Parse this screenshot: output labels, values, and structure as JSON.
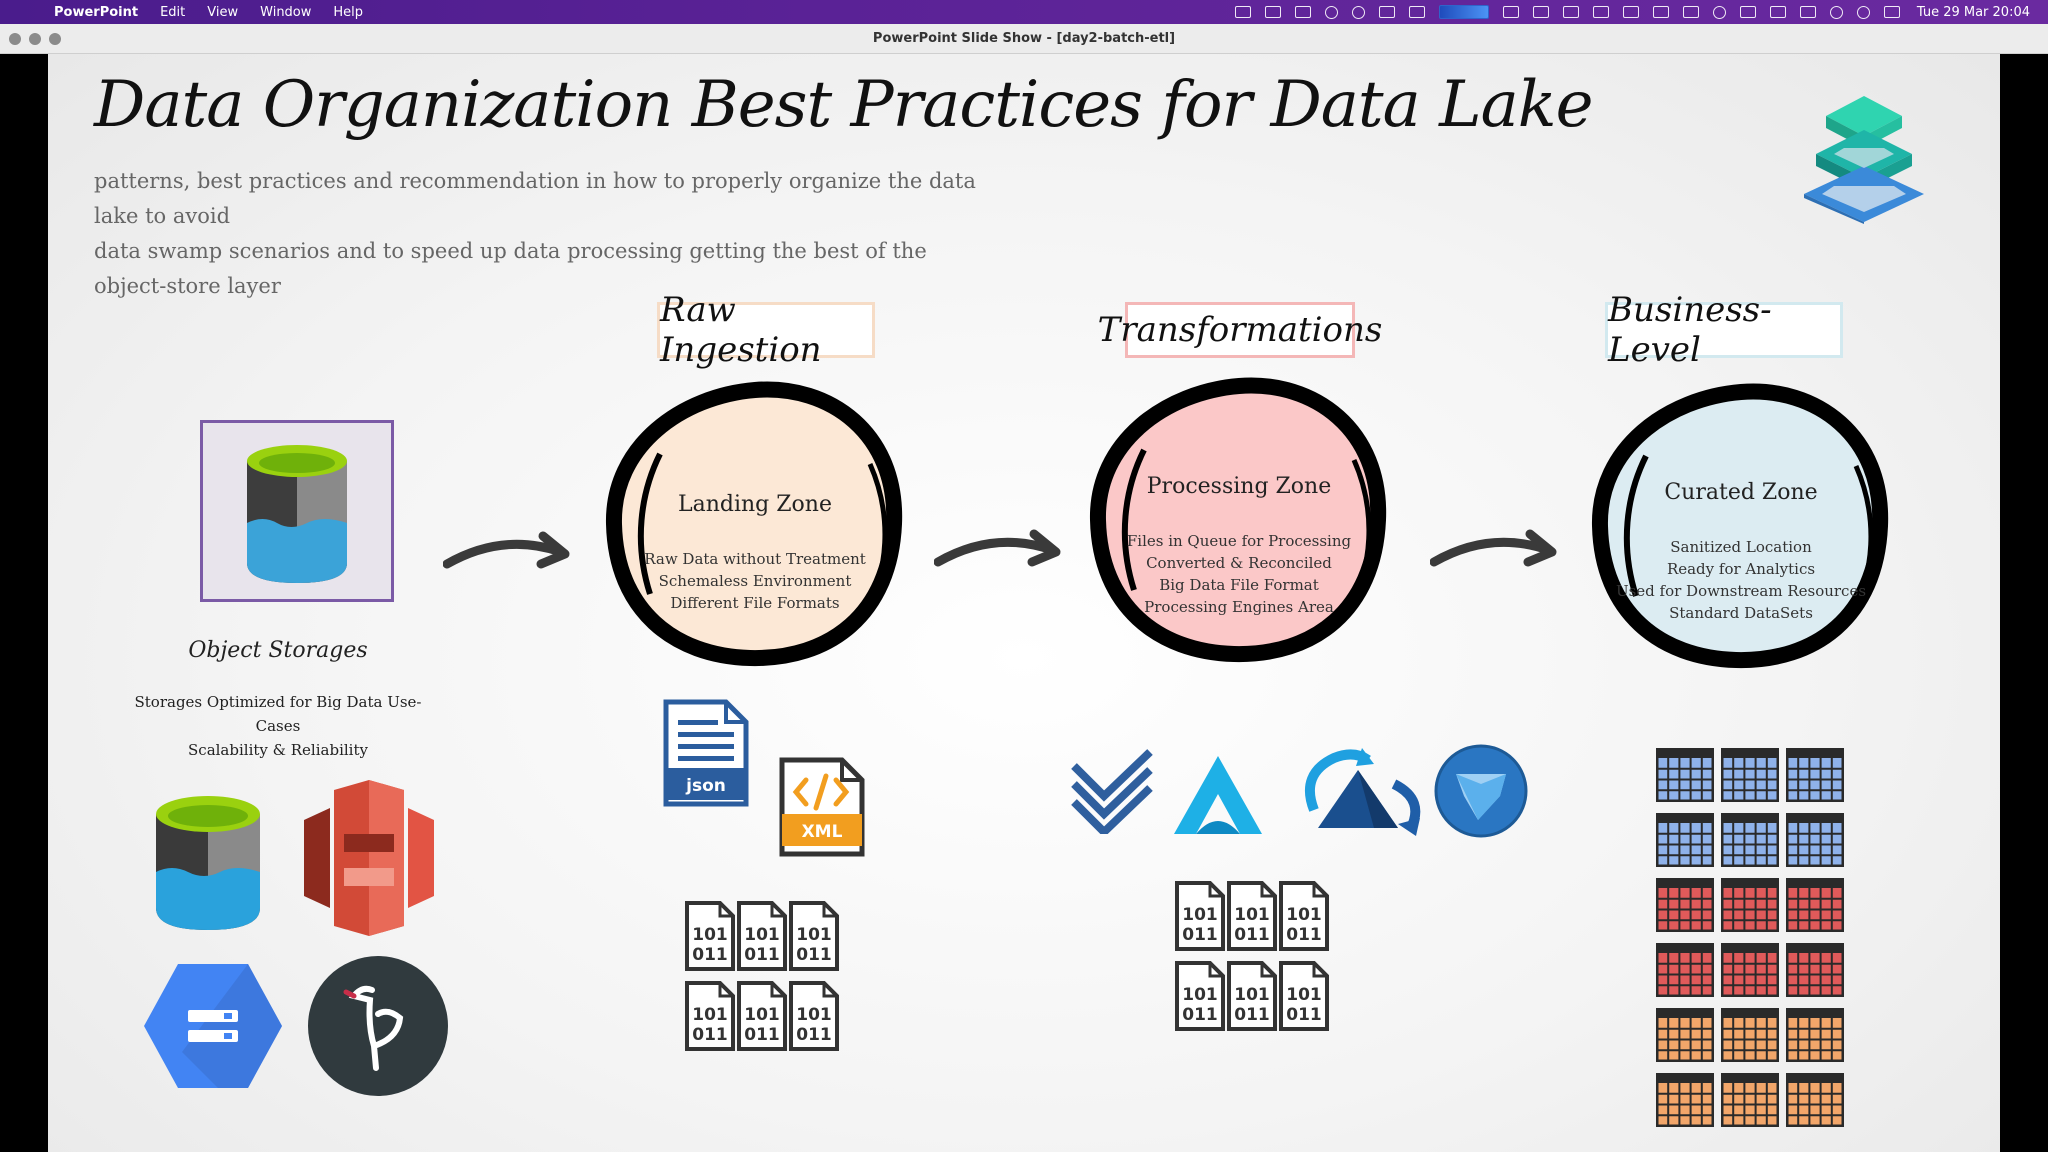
{
  "menubar": {
    "app_name": "PowerPoint",
    "menus": [
      "Edit",
      "View",
      "Window",
      "Help"
    ],
    "clock": "Tue 29 Mar  20:04"
  },
  "window": {
    "title": "PowerPoint Slide Show - [day2-batch-etl]"
  },
  "slide": {
    "title": "Data Organization Best Practices for Data Lake",
    "subtitle_line1": "patterns, best practices and recommendation in how to properly organize the data lake to avoid",
    "subtitle_line2": "data swamp scenarios and to speed up data processing getting the best of the object-store layer",
    "object_storage": {
      "caption": "Object Storages",
      "line1": "Storages Optimized for Big Data Use-Cases",
      "line2": "Scalability & Reliability"
    },
    "stages": [
      {
        "label": "Raw Ingestion",
        "zone": "Landing Zone",
        "lines": [
          "Raw Data without Treatment",
          "Schemaless Environment",
          "Different File Formats"
        ]
      },
      {
        "label": "Transformations",
        "zone": "Processing Zone",
        "lines": [
          "Files in Queue for Processing",
          "Converted & Reconciled",
          "Big Data File Format",
          "Processing Engines Area"
        ]
      },
      {
        "label": "Business-Level",
        "zone": "Curated Zone",
        "lines": [
          "Sanitized Location",
          "Ready for Analytics",
          "Used for Downstream Resources",
          "Standard DataSets"
        ]
      }
    ],
    "file_icons": {
      "json": "json",
      "xml": "XML"
    },
    "binary": {
      "top": "101",
      "bottom": "011"
    },
    "colors": {
      "landing": "#fce8d6",
      "processing": "#fbc8c8",
      "curated": "#dcecf2",
      "tile_blue": "#8fb2ea",
      "tile_red": "#e05a5a",
      "tile_orange": "#f2a66a"
    }
  }
}
